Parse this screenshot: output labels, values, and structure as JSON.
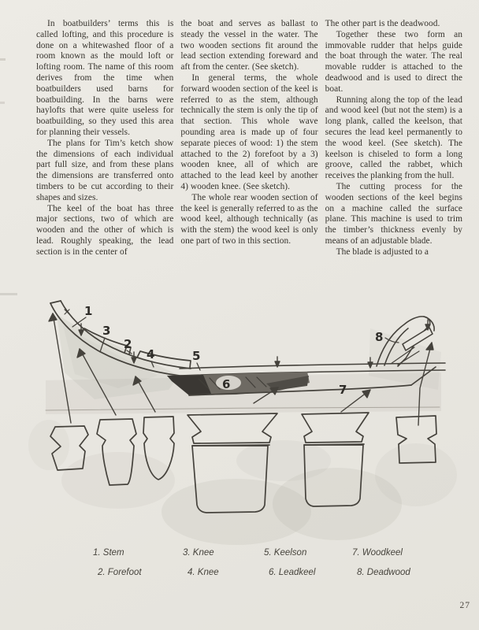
{
  "page": {
    "number": "27"
  },
  "article": {
    "columns": [
      {
        "paragraphs": [
          "In boatbuilders’ terms this is called lofting, and this procedure is done on a whitewashed floor of a room known as the mould loft or lofting room. The name of this room derives from the time when boatbuilders used barns for boatbuilding. In the barns were haylofts that were quite useless for boatbuilding, so they used this area for planning their vessels.",
          "The plans for Tim’s ketch show the dimensions of each individual part full size, and from these plans the dimensions are transferred onto timbers to be cut according to their shapes and sizes.",
          "The keel of the boat has three major sections, two of which are wooden and the other of which is lead. Roughly speaking, the lead section is in the center of"
        ]
      },
      {
        "paragraphs": [
          "the boat and serves as ballast to steady the vessel in the water. The two wooden sections fit around the lead section extending foreward and aft from the center. (See sketch).",
          "In general terms, the whole forward wooden section of the keel is referred to as the stem, although technically the stem is only the tip of that section. This whole wave pounding area is made up of four separate pieces of wood: 1) the stem attached to the 2) forefoot by a 3) wooden knee, all of which are attached to the lead keel by another 4) wooden knee. (See sketch).",
          "The whole rear wooden section of the keel is generally referred to as the wood keel, although technically (as with the stem) the wood keel is only one part of two in this section."
        ]
      },
      {
        "paragraphs": [
          "The other part is the deadwood.",
          "Together these two form an immovable rudder that helps guide the boat through the water. The real movable rudder is attached to the deadwood and is used to direct the boat.",
          "Running along the top of the lead and wood keel (but not the stem) is a long plank, called the keelson, that secures the lead keel permanently to the wood keel. (See sketch). The keelson is chiseled to form a long groove, called the rabbet, which receives the planking from the hull.",
          "The cutting process for the wooden sections of the keel begins on a machine called the surface plane. This machine is used to trim the timber’s thickness evenly by means of an adjustable blade.",
          "The blade is adjusted to a"
        ]
      }
    ]
  },
  "sketch": {
    "labels": [
      "1",
      "2",
      "3",
      "4",
      "5",
      "6",
      "7",
      "8"
    ]
  },
  "legend": {
    "items": [
      "1. Stem",
      "2. Forefoot",
      "3. Knee",
      "4. Knee",
      "5. Keelson",
      "6. Leadkeel",
      "7. Woodkeel",
      "8. Deadwood"
    ]
  },
  "colors": {
    "paper": "#e9e7e1",
    "ink": "#35322c",
    "sketch_ink": "#45423c",
    "lead_dark": "#3a3733"
  }
}
